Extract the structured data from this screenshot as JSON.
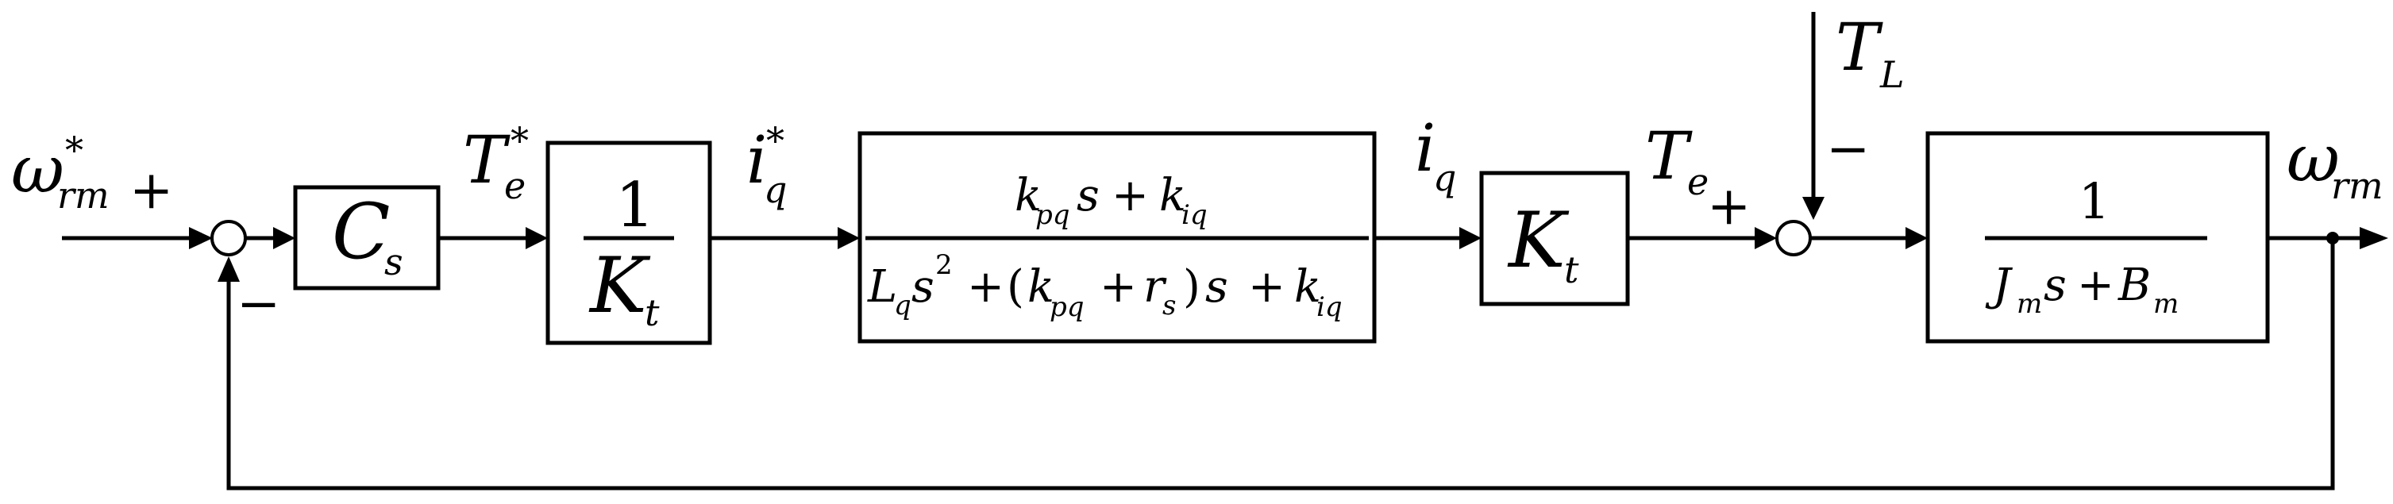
{
  "signals": {
    "omega_ref": {
      "main": "ω",
      "sub": "rm",
      "sup": "*"
    },
    "torque_ref": {
      "main": "T",
      "sub": "e",
      "sup": "*"
    },
    "current_ref": {
      "main": "i",
      "sub": "q",
      "sup": "*"
    },
    "current": {
      "main": "i",
      "sub": "q"
    },
    "torque": {
      "main": "T",
      "sub": "e"
    },
    "load_torque": {
      "main": "T",
      "sub": "L"
    },
    "omega_out": {
      "main": "ω",
      "sub": "rm"
    }
  },
  "signs": {
    "sum1_plus": "+",
    "sum1_minus": "−",
    "sum2_plus": "+",
    "sum2_minus": "−"
  },
  "blocks": {
    "controller": {
      "main": "C",
      "sub": "s"
    },
    "inv_kt": {
      "num": "1",
      "den_main": "K",
      "den_sub": "t"
    },
    "current_loop": {
      "num": {
        "k1": "k",
        "k1_sub": "pq",
        "s": "s",
        "plus": "+",
        "k2": "k",
        "k2_sub": "iq"
      },
      "den": {
        "L": "L",
        "L_sub": "q",
        "s": "s",
        "sq": "2",
        "plus1": "+",
        "lp": "(",
        "k1": "k",
        "k1_sub": "pq",
        "plus2": "+",
        "r": "r",
        "r_sub": "s",
        "rp": ")",
        "s2": "s",
        "plus3": "+",
        "k2": "k",
        "k2_sub": "iq"
      }
    },
    "kt": {
      "main": "K",
      "sub": "t"
    },
    "mechanical": {
      "num": "1",
      "J": "J",
      "J_sub": "m",
      "s": "s",
      "plus": "+",
      "B": "B",
      "B_sub": "m"
    }
  }
}
